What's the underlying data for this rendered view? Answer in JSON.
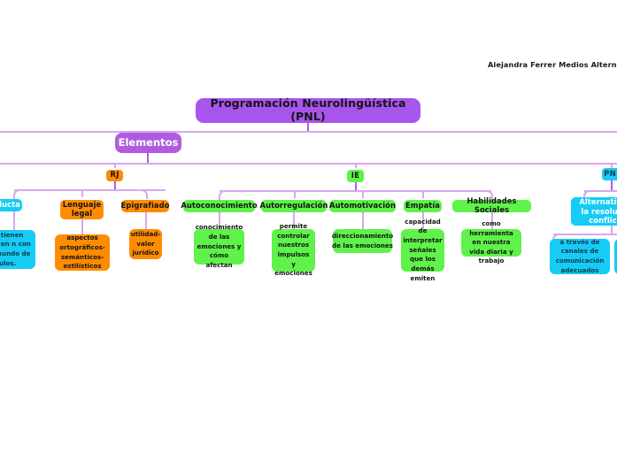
{
  "byline": "Alejandra Ferrer Medios Alternos",
  "colors": {
    "root": "#a855ee",
    "branch_purple": "#b05ce0",
    "connector": "#d9a6f0",
    "orange": "#ff8c00",
    "green": "#5ef24a",
    "cyan": "#16ccf5",
    "canvas": "#ffffff"
  },
  "root": {
    "label": "Programación Neurolingüística (PNL)"
  },
  "elementos": {
    "label": "Elementos"
  },
  "branches": {
    "rj": {
      "badge": "RJ",
      "children": [
        {
          "head": "Conducta",
          "leaf": "que tienen sonas en n con su o mundo de mulos."
        },
        {
          "head": "Lenguaje legal",
          "leaf": "aspectos ortográficos- semánticos- estilísticos"
        },
        {
          "head": "Epigrafiado",
          "leaf": "utilidad- valor jurídico"
        }
      ]
    },
    "ie": {
      "badge": "IE",
      "children": [
        {
          "head": "Autoconocimiento",
          "leaf": "conocimiento de las emociones y cómo  afectan"
        },
        {
          "head": "Autorregulación",
          "leaf": "permite controlar nuestros impulsos y emociones"
        },
        {
          "head": "Automotivación",
          "leaf": "direccionamiento de las emociones"
        },
        {
          "head": "Empatía",
          "leaf": "capacidad de interpretar señales que los demás emiten"
        },
        {
          "head": "Habilidades Sociales",
          "leaf": "como herramienta en nuestra vida diaria y trabajo"
        }
      ]
    },
    "pnl": {
      "badge": "PNL",
      "children": [
        {
          "head": "Alternativa la resoluci conflic",
          "leaf": "a través de canales de comunicación adecuados"
        },
        {
          "head": "",
          "leaf": ""
        }
      ]
    }
  }
}
